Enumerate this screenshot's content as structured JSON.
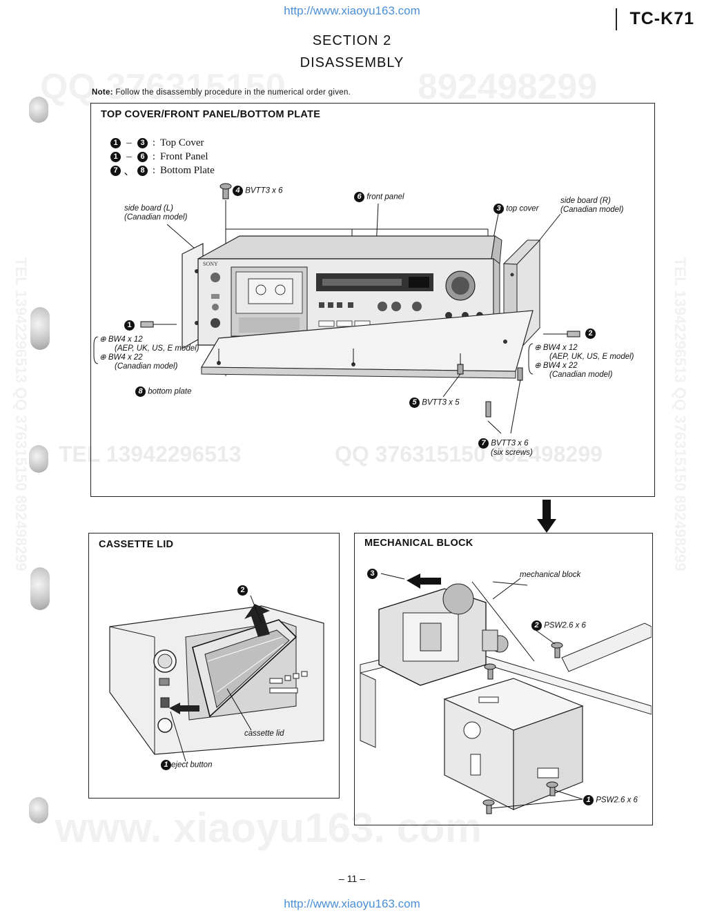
{
  "header": {
    "url_top": "http://www.xiaoyu163.com",
    "model": "TC-K71",
    "section": "SECTION 2",
    "title": "DISASSEMBLY"
  },
  "note": {
    "label": "Note:",
    "text": "Follow the disassembly procedure in the numerical order given."
  },
  "top_panel": {
    "title": "TOP COVER/FRONT PANEL/BOTTOM PLATE",
    "legend": [
      {
        "from": "1",
        "sep": "–",
        "to": "3",
        "text": "Top Cover"
      },
      {
        "from": "1",
        "sep": "–",
        "to": "6",
        "text": "Front Panel"
      },
      {
        "from": "7",
        "sep": "、",
        "to": "8",
        "text": "Bottom Plate"
      }
    ],
    "callouts": {
      "c4_num": "4",
      "c4_text": "BVTT3 x 6",
      "c6_num": "6",
      "c6_text": "front panel",
      "c3_num": "3",
      "c3_text": "top cover",
      "side_l_1": "side board (L)",
      "side_l_2": "(Canadian model)",
      "side_r_1": "side board (R)",
      "side_r_2": "(Canadian model)",
      "c1_num": "1",
      "c2_num": "2",
      "left_screw_1": "BW4 x 12",
      "left_screw_2": "(AEP, UK, US, E model)",
      "left_screw_3": "BW4 x 22",
      "left_screw_4": "(Canadian model)",
      "right_screw_1": "BW4 x 12",
      "right_screw_2": "(AEP, UK, US, E model)",
      "right_screw_3": "BW4 x 22",
      "right_screw_4": "(Canadian model)",
      "c8_num": "8",
      "c8_text": "bottom plate",
      "c5_num": "5",
      "c5_text": "BVTT3 x 5",
      "c7_num": "7",
      "c7_text": "BVTT3 x 6",
      "c7_sub": "(six screws)",
      "brand": "SONY"
    }
  },
  "cassette_lid": {
    "title": "CASSETTE LID",
    "c2_num": "2",
    "lid_label": "cassette lid",
    "c1_num": "1",
    "c1_text": "eject button"
  },
  "mech_block": {
    "title": "MECHANICAL BLOCK",
    "c3_num": "3",
    "mech_label": "mechanical block",
    "c2_num": "2",
    "c2_text": "PSW2.6 x 6",
    "c1_num": "1",
    "c1_text": "PSW2.6 x 6"
  },
  "footer": {
    "page": "– 11 –",
    "url_bottom": "http://www.xiaoyu163.com"
  },
  "watermarks": {
    "qq_top": "QQ 376315150",
    "num_top": "892498299",
    "tel_mid": "TEL 13942296513",
    "qq_mid": "QQ 376315150 892498299",
    "www": "www. xiaoyu163. com",
    "side": "TEL 13942296513 QQ 376315150 892498299"
  }
}
